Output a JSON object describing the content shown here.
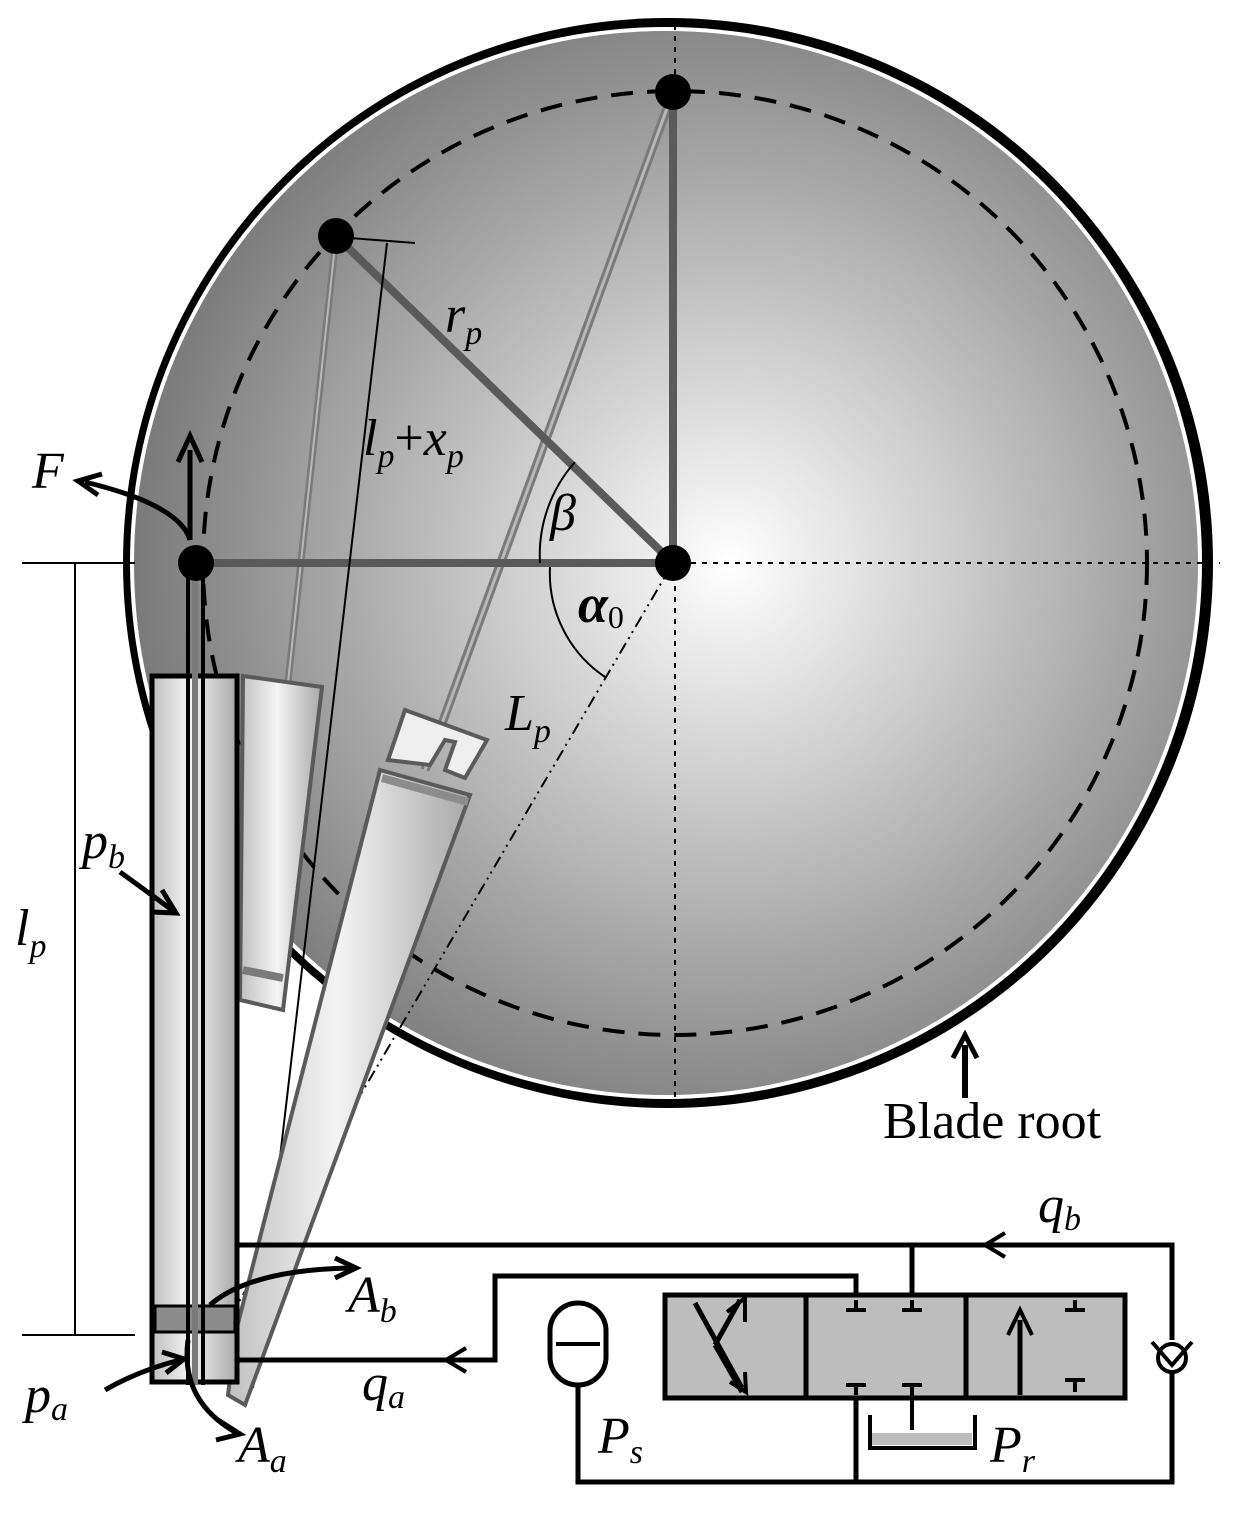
{
  "labels": {
    "F": "F",
    "r": "r",
    "r_sub": "p",
    "lx_l": "l",
    "lx_l_sub": "p",
    "lx_plus": "+",
    "lx_x": "x",
    "lx_x_sub": "p",
    "beta": "β",
    "alpha": "α",
    "alpha_sub": "0",
    "L": "L",
    "L_sub": "p",
    "pb": "p",
    "pb_sub": "b",
    "lp": "l",
    "lp_sub": "p",
    "Ab": "A",
    "Ab_sub": "b",
    "qb": "q",
    "qb_sub": "b",
    "qa": "q",
    "qa_sub": "a",
    "pa": "p",
    "pa_sub": "a",
    "Aa": "A",
    "Aa_sub": "a",
    "Ps": "P",
    "Ps_sub": "s",
    "Pr": "P",
    "Pr_sub": "r",
    "blade_root": "Blade root"
  },
  "colors": {
    "disc_center": "#ffffff",
    "disc_edge": "#7a7a7a",
    "rod_grey": "#5a5a5a",
    "rod_light": "#8c8c8c",
    "valve_fill": "#bdbdbd",
    "outline": "#000000"
  }
}
